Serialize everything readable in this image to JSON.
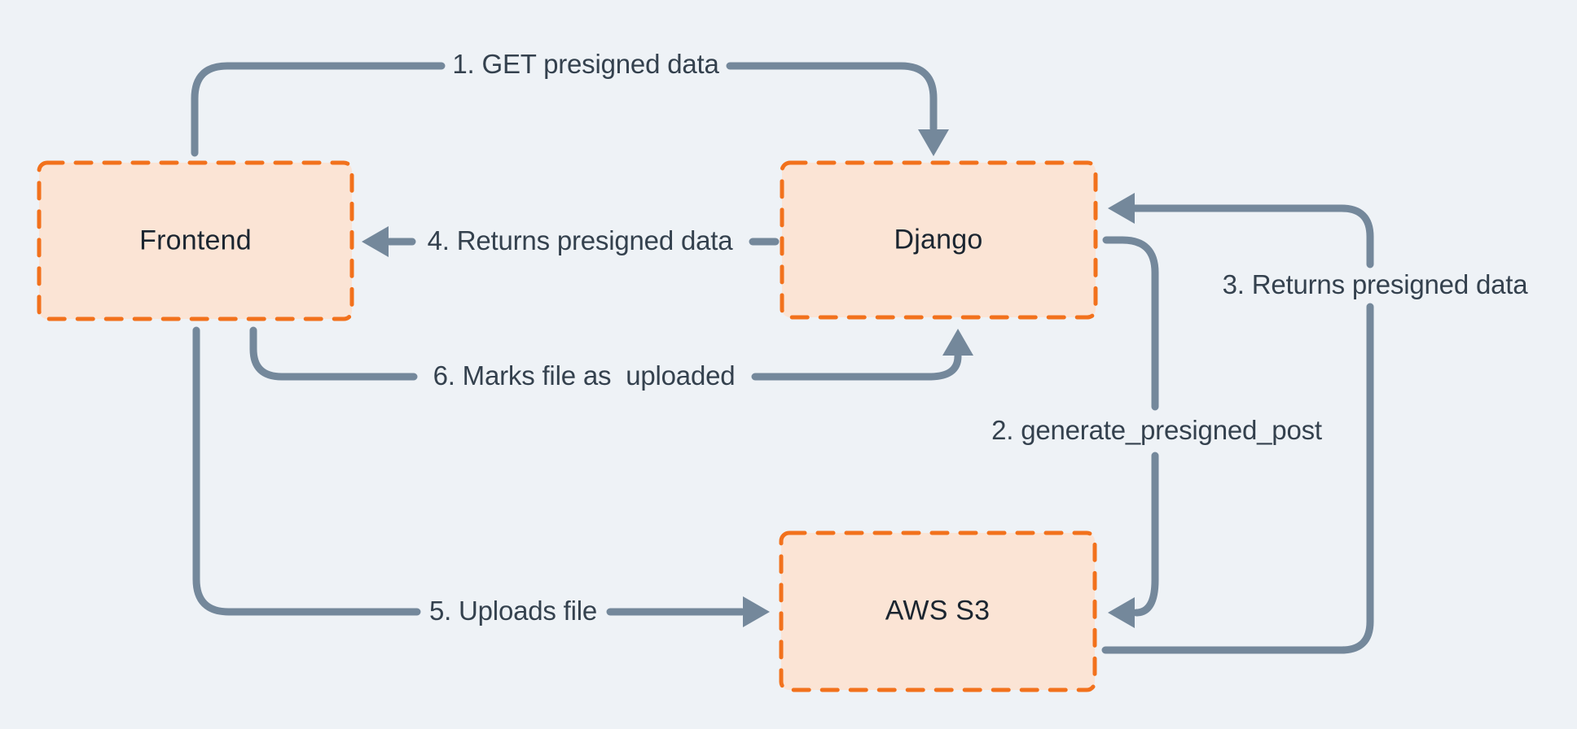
{
  "diagram": {
    "nodes": {
      "frontend": {
        "label": "Frontend"
      },
      "django": {
        "label": "Django"
      },
      "aws_s3": {
        "label": "AWS S3"
      }
    },
    "edges": {
      "e1": {
        "label": "1. GET presigned data",
        "from": "Frontend",
        "to": "Django"
      },
      "e2": {
        "label": "2. generate_presigned_post",
        "from": "Django",
        "to": "AWS S3"
      },
      "e3": {
        "label": "3. Returns presigned data",
        "from": "AWS S3",
        "to": "Django"
      },
      "e4": {
        "label": "4. Returns presigned data",
        "from": "Django",
        "to": "Frontend"
      },
      "e5": {
        "label": "5. Uploads file",
        "from": "Frontend",
        "to": "AWS S3"
      },
      "e6": {
        "label": "6. Marks file as  uploaded",
        "from": "Frontend",
        "to": "Django"
      }
    },
    "colors": {
      "background": "#EEF2F6",
      "node_fill": "#FBE4D5",
      "node_border": "#F2711C",
      "connector": "#74889B",
      "edge_label_text": "#34414E",
      "node_label_text": "#1B2530"
    }
  }
}
